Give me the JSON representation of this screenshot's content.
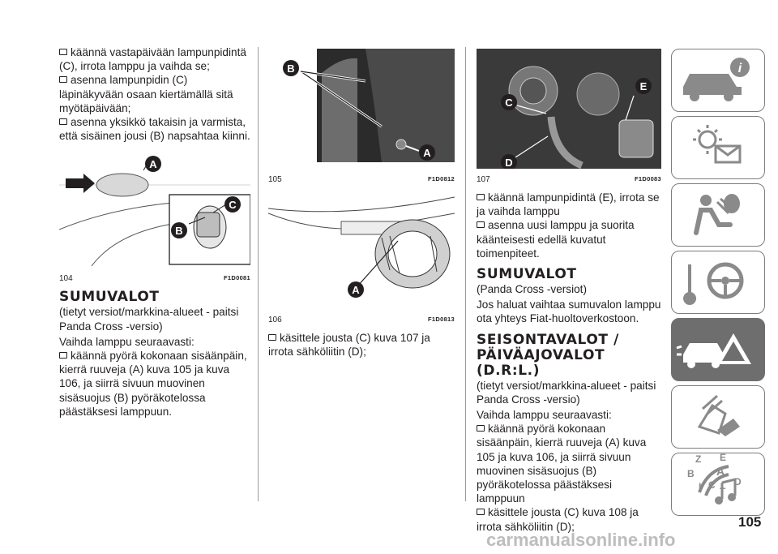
{
  "col1": {
    "p1": "käännä vastapäivään lampunpidintä (C), irrota lamppu ja vaihda se;",
    "p2": "asenna lampunpidin (C) läpinäkyvään osaan kiertämällä sitä myötäpäivään;",
    "p3": "asenna yksikkö takaisin ja varmista, että sisäinen jousi (B) napsahtaa kiinni.",
    "fig_num": "104",
    "fig_code": "F1D0081",
    "fig_labels": [
      "A",
      "B",
      "C"
    ],
    "heading": "SUMUVALOT",
    "p4": "(tietyt versiot/markkina-alueet - paitsi Panda Cross -versio)",
    "p5": "Vaihda lamppu seuraavasti:",
    "p6": "käännä pyörä kokonaan sisäänpäin, kierrä ruuveja (A) kuva 105 ja kuva 106, ja siirrä sivuun muovinen sisäsuojus (B) pyöräkotelossa päästäksesi lamppuun."
  },
  "col2": {
    "fig1_num": "105",
    "fig1_code": "F1D0812",
    "fig1_labels": [
      "B",
      "A"
    ],
    "fig2_num": "106",
    "fig2_code": "F1D0813",
    "fig2_labels": [
      "A"
    ],
    "p1": "käsittele jousta (C) kuva 107 ja irrota sähköliitin (D);"
  },
  "col3": {
    "fig_num": "107",
    "fig_code": "F1D0083",
    "fig_labels": [
      "E",
      "C",
      "D"
    ],
    "p1": "käännä lampunpidintä (E), irrota se ja vaihda lamppu",
    "p2": "asenna uusi lamppu ja suorita käänteisesti edellä kuvatut toimenpiteet.",
    "heading1": "SUMUVALOT",
    "p3": "(Panda Cross -versiot)",
    "p4": "Jos haluat vaihtaa sumuvalon lamppu ota yhteys Fiat-huoltoverkostoon.",
    "heading2a": "SEISONTAVALOT /",
    "heading2b": "PÄIVÄAJOVALOT (D.R:L.)",
    "p5": "(tietyt versiot/markkina-alueet - paitsi Panda Cross -versio)",
    "p6": "Vaihda lamppu seuraavasti:",
    "p7": "käännä pyörä kokonaan sisäänpäin, kierrä ruuveja (A) kuva 105 ja kuva 106, ja siirrä sivuun muovinen sisäsuojus (B) pyöräkotelossa päästäksesi lamppuun",
    "p8": "käsittele jousta (C) kuva 108 ja irrota sähköliitin (D);"
  },
  "sidebar": {
    "tabs": [
      {
        "icon": "car-info-icon"
      },
      {
        "icon": "warning-lights-icon"
      },
      {
        "icon": "safety-airbag-icon"
      },
      {
        "icon": "steering-wheel-icon"
      },
      {
        "icon": "emergency-icon",
        "active": true
      },
      {
        "icon": "car-service-icon"
      },
      {
        "icon": "multimedia-icon"
      },
      {
        "icon": "index-icon"
      }
    ],
    "index_letters": [
      "Z",
      "E",
      "B",
      "A",
      "I",
      "C",
      "T",
      "D"
    ]
  },
  "page_number": "105",
  "watermark": "carmanualsonline.info",
  "colors": {
    "text": "#231f20",
    "tab_border": "#7d7d7d",
    "tab_active": "#6e6e6e",
    "label_fill": "#231f20"
  }
}
